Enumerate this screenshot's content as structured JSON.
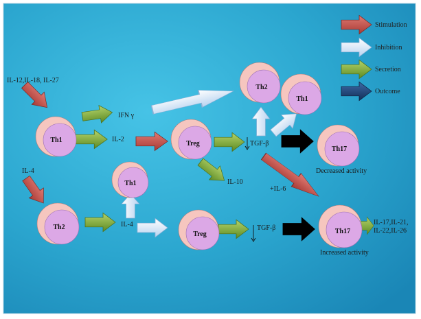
{
  "colors": {
    "stimulation": "#c0504d",
    "inhibition": "#dbe9fa",
    "secretion": "#7fa83c",
    "outcome": "#1f497d",
    "block": "#000000",
    "cell_outer": "#f6c6bf",
    "cell_inner": "#dca8e6",
    "background": "#2ea8cd"
  },
  "legend": {
    "stimulation": "Stimulation",
    "inhibition": "Inhibition",
    "secretion": "Secretion",
    "outcome": "Outcome"
  },
  "cells": {
    "th1_top": "Th1",
    "th2_bottom": "Th2",
    "th1_mid": "Th1",
    "treg_top": "Treg",
    "treg_bottom": "Treg",
    "th2_right": "Th2",
    "th1_right": "Th1",
    "th17_top": "Th17",
    "th17_bottom": "Th17"
  },
  "labels": {
    "cytokines_top": "IL-12,IL-18, IL-27",
    "il4_left": "IL-4",
    "ifn": "IFN γ",
    "il2": "IL-2",
    "il4_mid": "IL-4",
    "il10": "IL-10",
    "tgf_top": "TGF-β",
    "tgf_bottom": "TGF-β",
    "il6": "+IL-6",
    "decreased": "Decreased activity",
    "increased": "Increased  activity",
    "th17_out_1": "IL-17,IL-21,",
    "th17_out_2": "IL-22,IL-26"
  }
}
